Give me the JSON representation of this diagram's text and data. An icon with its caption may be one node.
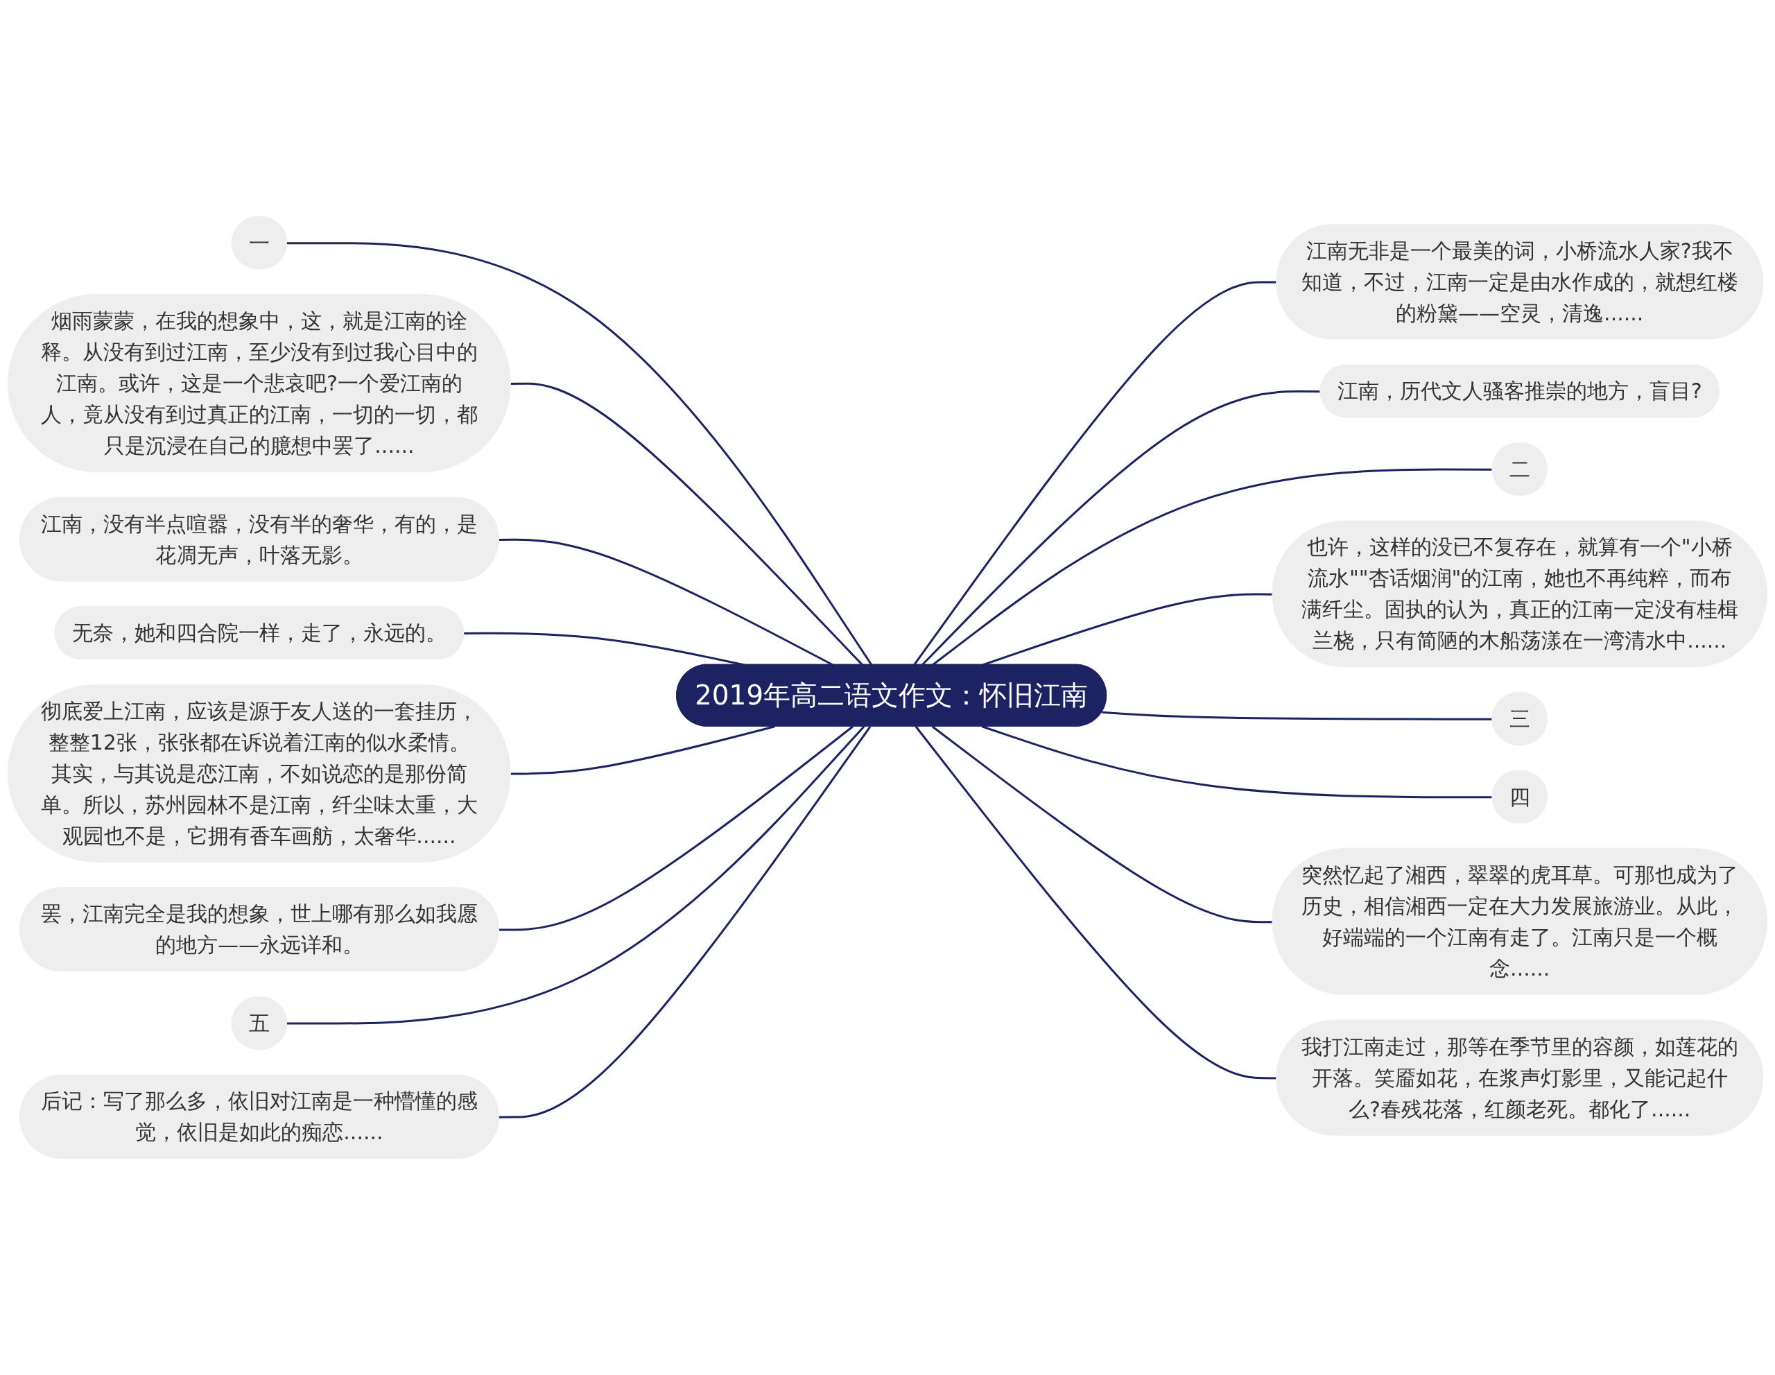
{
  "diagram": {
    "nodes": [
      {
        "text": [
          "2019年高二语文作文：怀旧江南"
        ]
      },
      {
        "text": [
          "一"
        ]
      },
      {
        "text": [
          "烟雨蒙蒙，在我的想象中，这，就是江南的诠释。从没有到过江南，至少没有到过我心目中的江南。或许，这是一个悲哀吧?一个爱江南的人，竟从没有到过真正的江南，一切的一切，都只是沉浸在自己的臆想中罢了......"
        ]
      },
      {
        "text": [
          "江南，没有半点喧嚣，没有半的奢华，有的，是花凋无声，叶落无影。"
        ]
      },
      {
        "text": [
          "无奈，她和四合院一样，走了，永远的。"
        ]
      },
      {
        "text": [
          "彻底爱上江南，应该是源于友人送的一套挂历，整整12张，张张都在诉说着江南的似水柔情。其实，与其说是恋江南，不如说恋的是那份简单。所以，苏州园林不是江南，纤尘味太重，大观园也不是，它拥有香车画舫，太奢华......"
        ]
      },
      {
        "text": [
          "罢，江南完全是我的想象，世上哪有那么如我愿的地方——永远详和。"
        ]
      },
      {
        "text": [
          "五"
        ]
      },
      {
        "text": [
          "后记：写了那么多，依旧对江南是一种懵懂的感觉，依旧是如此的痴恋......"
        ]
      },
      {
        "text": [
          "江南无非是一个最美的词，小桥流水人家?我不知道，不过，江南一定是由水作成的，就想红楼的粉黛——空灵，清逸......"
        ]
      },
      {
        "text": [
          "江南，历代文人骚客推崇的地方，盲目?"
        ]
      },
      {
        "text": [
          "二"
        ]
      },
      {
        "text": [
          "也许，这样的没已不复存在，就算有一个\"小桥流水\"\"杏话烟润\"的江南，她也不再纯粹，而布满纤尘。固执的认为，真正的江南一定没有桂楫兰桡，只有简陋的木船荡漾在一湾清水中......"
        ]
      },
      {
        "text": [
          "三"
        ]
      },
      {
        "text": [
          "四"
        ]
      },
      {
        "text": [
          "突然忆起了湘西，翠翠的虎耳草。可那也成为了历史，相信湘西一定在大力发展旅游业。从此，好端端的一个江南有走了。江南只是一个概念......"
        ]
      },
      {
        "text": [
          "我打江南走过，那等在季节里的容颜，如莲花的开落。笑靥如花，在浆声灯影里，又能记起什么?春残花落，红颜老死。都化了......"
        ]
      }
    ],
    "edges": [
      {
        "from": 1,
        "to": 0,
        "arrow": "none"
      },
      {
        "from": 2,
        "to": 0,
        "arrow": "none"
      },
      {
        "from": 3,
        "to": 0,
        "arrow": "none"
      },
      {
        "from": 4,
        "to": 0,
        "arrow": "none"
      },
      {
        "from": 5,
        "to": 0,
        "arrow": "none"
      },
      {
        "from": 6,
        "to": 0,
        "arrow": "none"
      },
      {
        "from": 7,
        "to": 0,
        "arrow": "none"
      },
      {
        "from": 8,
        "to": 0,
        "arrow": "none"
      },
      {
        "from": 0,
        "to": 9,
        "arrow": "none"
      },
      {
        "from": 0,
        "to": 10,
        "arrow": "none"
      },
      {
        "from": 0,
        "to": 11,
        "arrow": "none"
      },
      {
        "from": 0,
        "to": 12,
        "arrow": "none"
      },
      {
        "from": 0,
        "to": 13,
        "arrow": "none"
      },
      {
        "from": 0,
        "to": 14,
        "arrow": "none"
      },
      {
        "from": 0,
        "to": 15,
        "arrow": "none"
      },
      {
        "from": 0,
        "to": 16,
        "arrow": "none"
      }
    ]
  }
}
